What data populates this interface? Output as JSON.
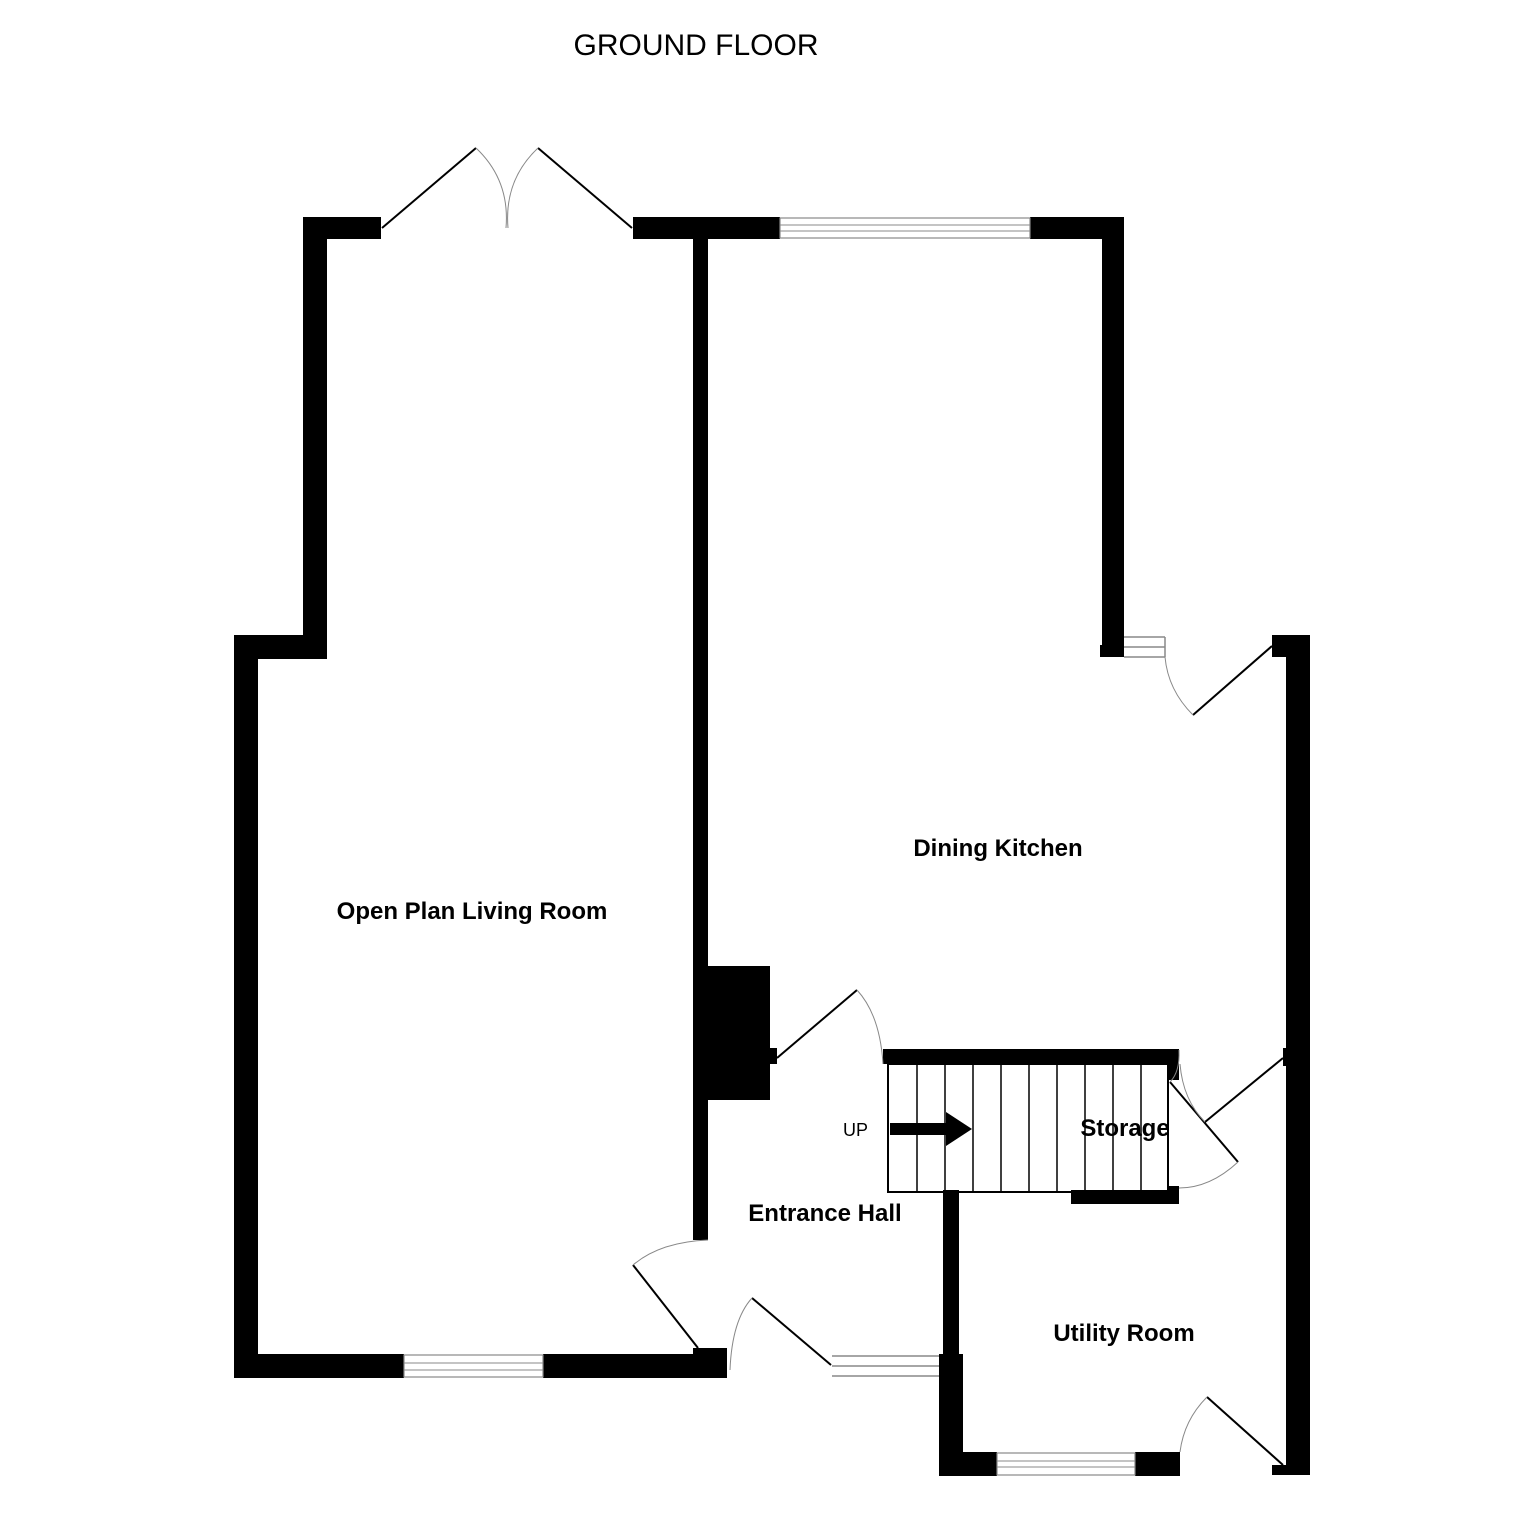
{
  "floor_title": "GROUND FLOOR",
  "rooms": {
    "living": "Open Plan Living Room",
    "kitchen": "Dining Kitchen",
    "hall": "Entrance Hall",
    "utility": "Utility Room",
    "storage": "Storage"
  },
  "stairs": {
    "direction_label": "UP"
  },
  "colors": {
    "wall": "#000000",
    "background": "#ffffff",
    "window_line": "#888888"
  }
}
